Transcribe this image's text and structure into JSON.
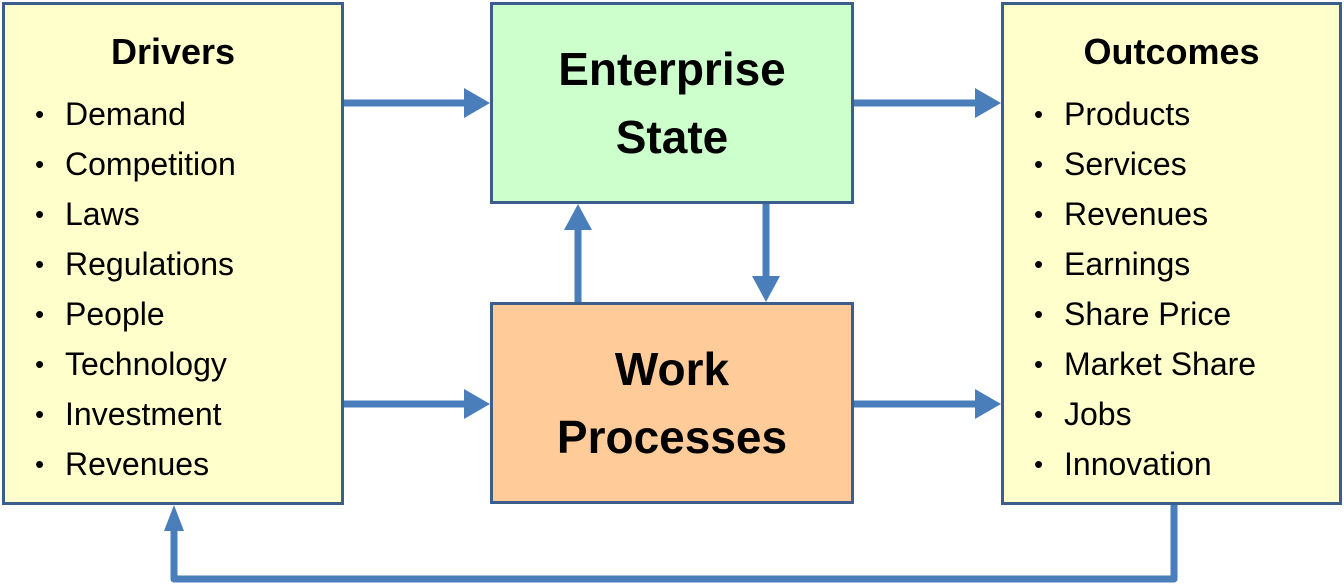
{
  "diagram": {
    "drivers": {
      "title": "Drivers",
      "items": [
        "Demand",
        "Competition",
        "Laws",
        "Regulations",
        "People",
        "Technology",
        "Investment",
        "Revenues"
      ]
    },
    "enterprise_state": {
      "lines": [
        "Enterprise",
        "State"
      ]
    },
    "work_processes": {
      "lines": [
        "Work",
        "Processes"
      ]
    },
    "outcomes": {
      "title": "Outcomes",
      "items": [
        "Products",
        "Services",
        "Revenues",
        "Earnings",
        "Share Price",
        "Market Share",
        "Jobs",
        "Innovation"
      ]
    },
    "bullet": "•",
    "connections": [
      {
        "from": "Drivers",
        "to": "Enterprise State"
      },
      {
        "from": "Drivers",
        "to": "Work Processes"
      },
      {
        "from": "Enterprise State",
        "to": "Outcomes"
      },
      {
        "from": "Work Processes",
        "to": "Outcomes"
      },
      {
        "from": "Work Processes",
        "to": "Enterprise State"
      },
      {
        "from": "Enterprise State",
        "to": "Work Processes"
      },
      {
        "from": "Outcomes",
        "to": "Drivers"
      }
    ],
    "colors": {
      "drivers_fill": "#ffffcc",
      "outcomes_fill": "#ffffcc",
      "state_fill": "#ccffcc",
      "work_fill": "#ffcc99",
      "border": "#3b5e8c",
      "arrow": "#4a7ebb"
    }
  }
}
